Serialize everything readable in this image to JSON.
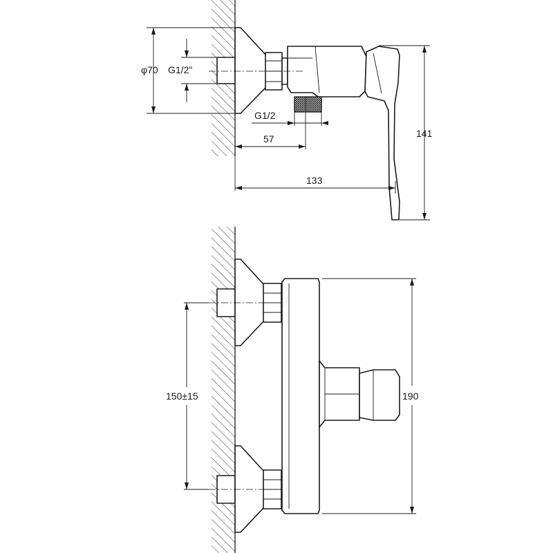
{
  "side_view": {
    "dim_outer": "φ70",
    "dim_thread_in": "G1/2\"",
    "dim_thread_out": "G1/2",
    "dim_depth_outlet": "57",
    "dim_depth_total": "133",
    "dim_height_handle": "141"
  },
  "front_view": {
    "dim_spacing": "150±15",
    "dim_height_body": "190"
  },
  "colors": {
    "line": "#1a1a1a",
    "background": "#ffffff"
  }
}
